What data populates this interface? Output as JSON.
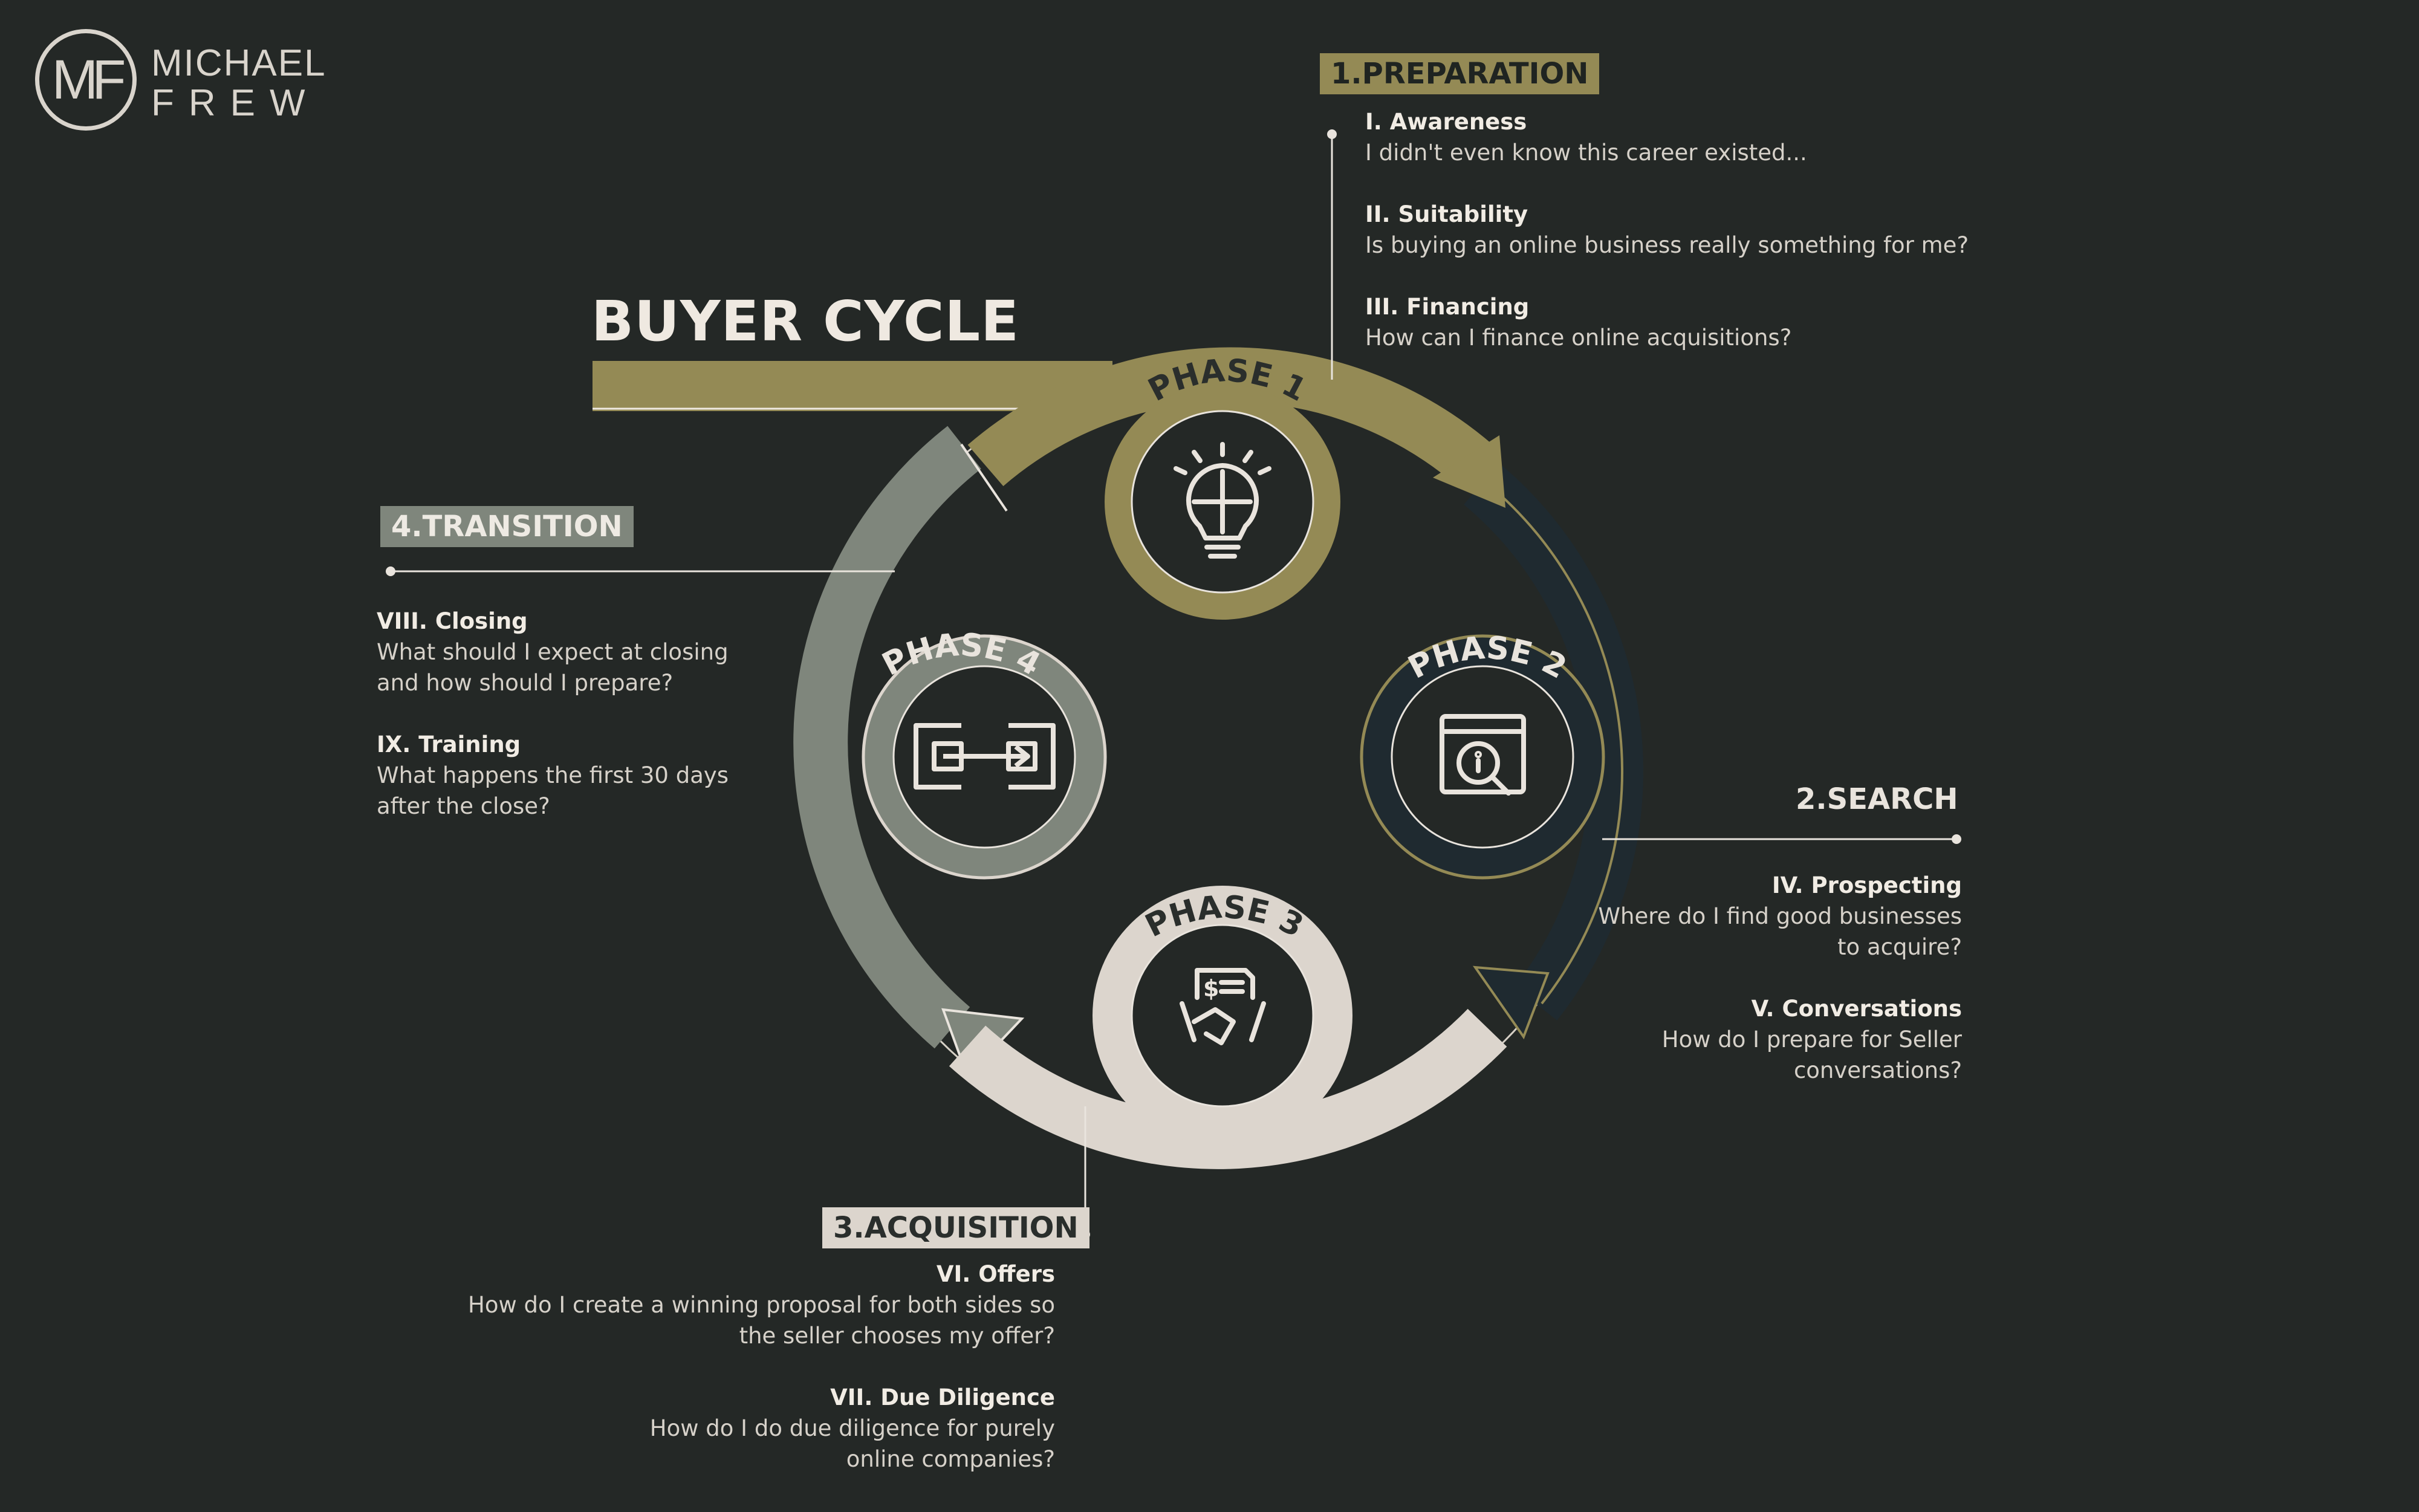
{
  "brand": {
    "monogram": "MF",
    "name_line1": "MICHAEL",
    "name_line2": "FREW"
  },
  "title": "BUYER CYCLE",
  "colors": {
    "background": "#242826",
    "phase1": "#948a55",
    "phase2": "#1f2a30",
    "phase3": "#dcd5cd",
    "phase4": "#7f867c"
  },
  "phases": [
    {
      "label": "PHASE 1",
      "icon": "lightbulb-puzzle-icon"
    },
    {
      "label": "PHASE 2",
      "icon": "browser-search-icon"
    },
    {
      "label": "PHASE 3",
      "icon": "handshake-document-icon"
    },
    {
      "label": "PHASE 4",
      "icon": "transfer-arrow-icon"
    }
  ],
  "sections": {
    "preparation": {
      "tag": "1.PREPARATION",
      "items": [
        {
          "heading": "I. Awareness",
          "text": [
            "I didn't even know this career existed..."
          ]
        },
        {
          "heading": "II. Suitability",
          "text": [
            "Is buying an online business really something for me?"
          ]
        },
        {
          "heading": "III. Financing",
          "text": [
            "How can I finance online acquisitions?"
          ]
        }
      ]
    },
    "search": {
      "tag": "2.SEARCH",
      "items": [
        {
          "heading": "IV. Prospecting",
          "text": [
            "Where do I find good businesses",
            "to acquire?"
          ]
        },
        {
          "heading": "V. Conversations",
          "text": [
            "How do I prepare for Seller",
            "conversations?"
          ]
        }
      ]
    },
    "acquisition": {
      "tag": "3.ACQUISITION",
      "items": [
        {
          "heading": "VI. Offers",
          "text": [
            "How do I create a winning proposal for both sides so",
            "the seller chooses my offer?"
          ]
        },
        {
          "heading": "VII. Due Diligence",
          "text": [
            "How do I do due diligence for purely",
            "online companies?"
          ]
        }
      ]
    },
    "transition": {
      "tag": "4.TRANSITION",
      "items": [
        {
          "heading": "VIII. Closing",
          "text": [
            "What should I expect at closing",
            "and how should I prepare?"
          ]
        },
        {
          "heading": "IX. Training",
          "text": [
            "What happens the first 30 days",
            "after the close?"
          ]
        }
      ]
    }
  }
}
